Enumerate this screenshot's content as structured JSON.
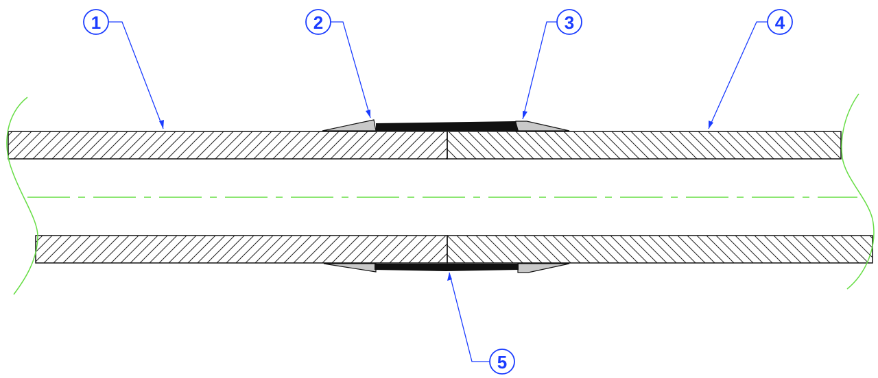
{
  "colors": {
    "callout": "#1a3cff",
    "centerline": "#66dd44",
    "break_line": "#66dd44",
    "outline": "#111111",
    "hatch": "#222222",
    "sleeve": "#111111",
    "bead": "#c9c9c9"
  },
  "callouts": [
    {
      "id": "1",
      "label": "1"
    },
    {
      "id": "2",
      "label": "2"
    },
    {
      "id": "3",
      "label": "3"
    },
    {
      "id": "4",
      "label": "4"
    },
    {
      "id": "5",
      "label": "5"
    }
  ]
}
